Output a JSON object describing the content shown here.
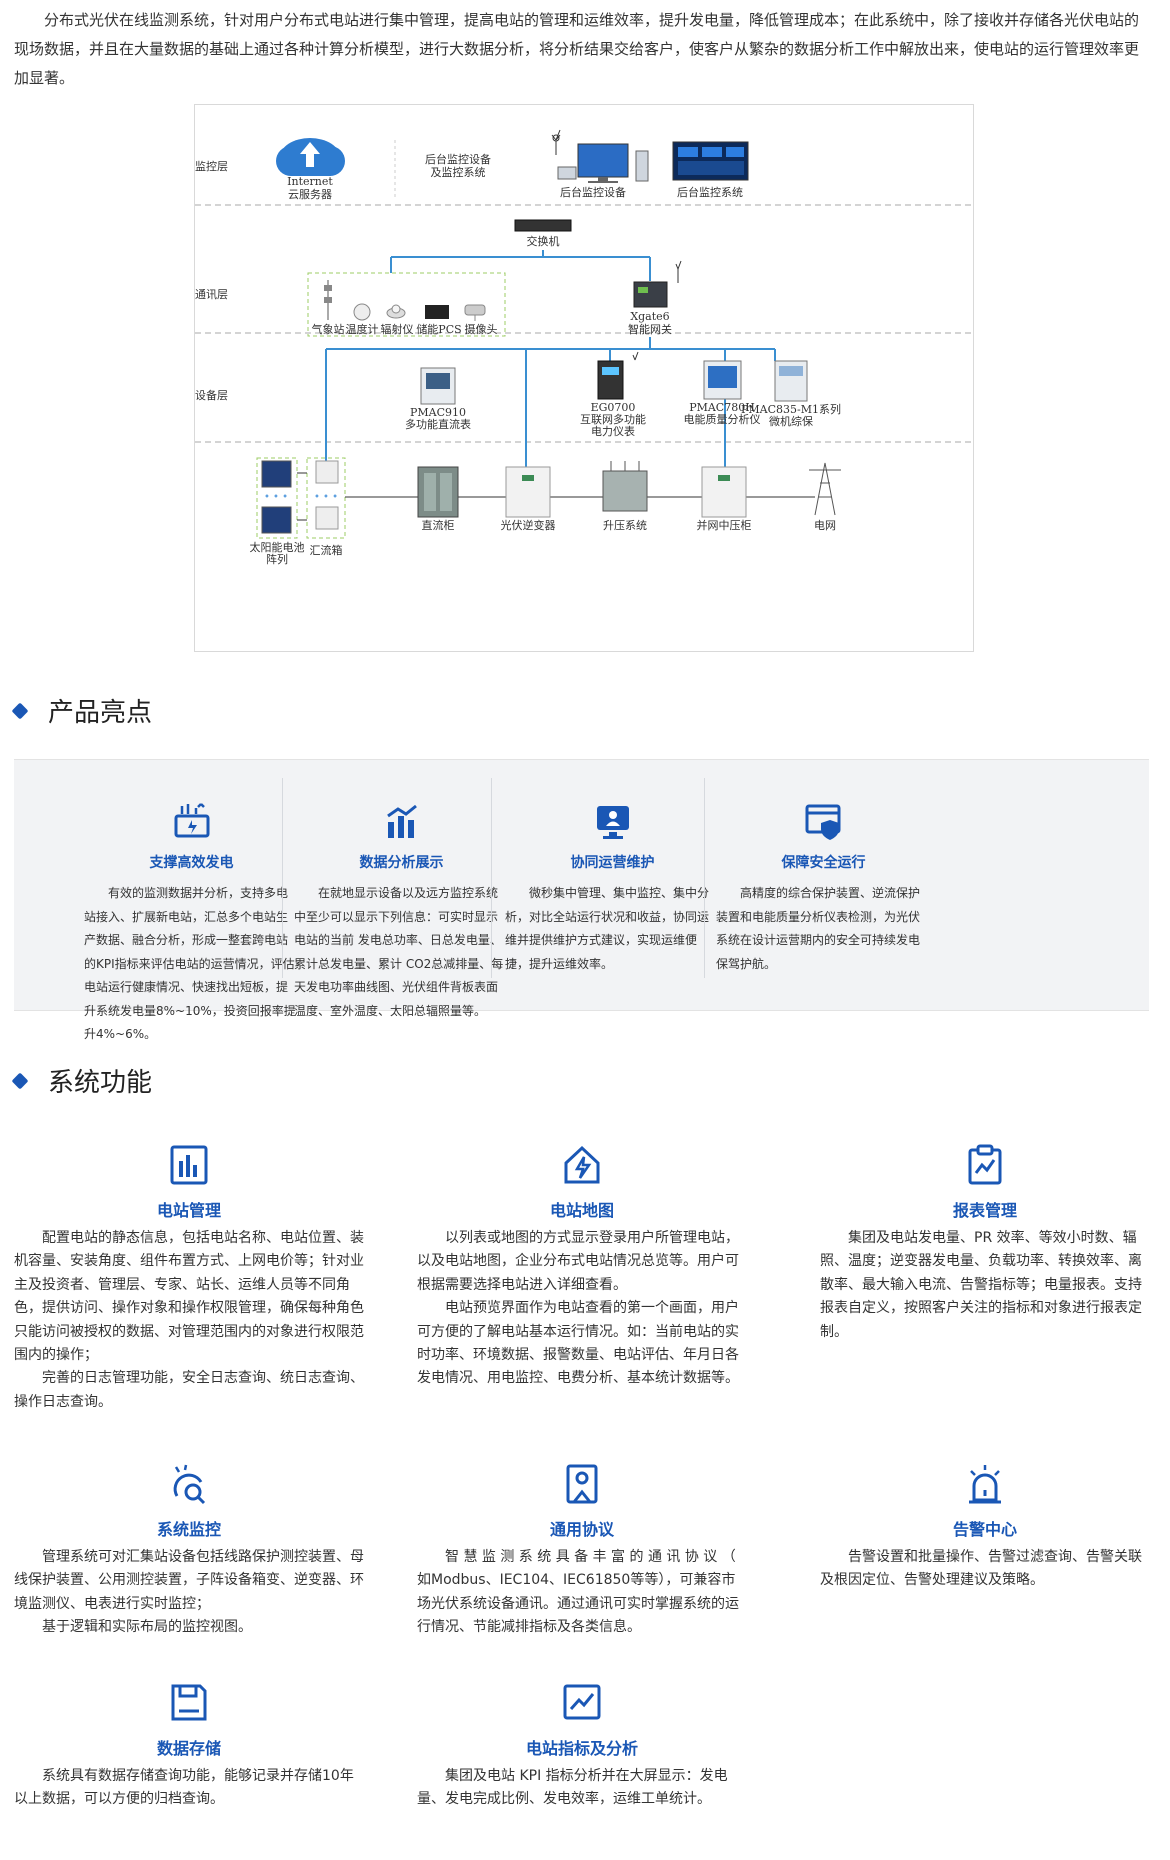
{
  "intro": "分布式光伏在线监测系统，针对用户分布式电站进行集中管理，提高电站的管理和运维效率，提升发电量，降低管理成本；在此系统中，除了接收并存储各光伏电站的现场数据，并且在大量数据的基础上通过各种计算分析模型，进行大数据分析，将分析结果交给客户，使客户从繁杂的数据分析工作中解放出来，使电站的运行管理效率更加显著。",
  "diagram": {
    "layers": [
      "监控层",
      "通讯层",
      "设备层"
    ],
    "cloud_line1": "Internet",
    "cloud_line2": "云服务器",
    "backend_label_line1": "后台监控设备",
    "backend_label_line2": "及监控系统",
    "backend_device": "后台监控设备",
    "backend_system": "后台监控系统",
    "switch": "交换机",
    "gateway_line1": "Xgate6",
    "gateway_line2": "智能网关",
    "comm_devices": [
      "气象站",
      "温度计",
      "辐射仪",
      "储能PCS",
      "摄像头"
    ],
    "meters": [
      {
        "line1": "PMAC910",
        "line2": "多功能直流表",
        "line3": ""
      },
      {
        "line1": "EG0700",
        "line2": "互联网多功能",
        "line3": "电力仪表"
      },
      {
        "line1": "PMAC780H",
        "line2": "电能质量分析仪",
        "line3": ""
      },
      {
        "line1": "PMAC835-M1系列",
        "line2": "微机综保",
        "line3": ""
      }
    ],
    "solar_line1": "太阳能电池",
    "solar_line2": "阵列",
    "combiner": "汇流箱",
    "chain": [
      "直流柜",
      "光伏逆变器",
      "升压系统",
      "并网中压柜",
      "电网"
    ]
  },
  "highlights_title": "产品亮点",
  "highlights": [
    {
      "icon": "solar-panel-icon",
      "title": "支撑高效发电",
      "desc": "有效的监测数据并分析，支持多电站接入、扩展新电站，汇总多个电站生产数据、融合分析，形成一整套跨电站的KPI指标来评估电站的运营情况，评估电站运行健康情况、快速找出短板，提升系统发电量8%~10%，投资回报率提升4%~6%。"
    },
    {
      "icon": "bar-chart-icon",
      "title": "数据分析展示",
      "desc": "在就地显示设备以及远方监控系统中至少可以显示下列信息：可实时显示电站的当前 发电总功率、日总发电量、累计总发电量、累计    CO2总减排量、每天发电功率曲线图、光伏组件背板表面温度、室外温度、太阳总辐照量等。"
    },
    {
      "icon": "monitor-user-icon",
      "title": "协同运营维护",
      "desc": "微秒集中管理、集中监控、集中分析，对比全站运行状况和收益，协同运维并提供维护方式建议，实现运维便捷，提升运维效率。"
    },
    {
      "icon": "shield-window-icon",
      "title": "保障安全运行",
      "desc": "高精度的综合保护装置、逆流保护装置和电能质量分析仪表检测，为光伏系统在设计运营期内的安全可持续发电保驾护航。"
    }
  ],
  "functions_title": "系统功能",
  "functions": [
    {
      "icon": "station-chart-icon",
      "title": "电站管理",
      "paras": [
        "配置电站的静态信息，包括电站名称、电站位置、装机容量、安装角度、组件布置方式、上网电价等；针对业主及投资者、管理层、专家、站长、运维人员等不同角色，提供访问、操作对象和操作权限管理，确保每种角色只能访问被授权的数据、对管理范围内的对象进行权限范围内的操作；",
        "完善的日志管理功能，安全日志查询、统日志查询、操作日志查询。"
      ]
    },
    {
      "icon": "house-bolt-icon",
      "title": "电站地图",
      "paras": [
        "以列表或地图的方式显示登录用户所管理电站，以及电站地图，企业分布式电站情况总览等。用户可根据需要选择电站进入详细查看。",
        "电站预览界面作为电站查看的第一个画面，用户可方便的了解电站基本运行情况。如：当前电站的实时功率、环境数据、报警数量、电站评估、年月日各发电情况、用电监控、电费分析、基本统计数据等。"
      ]
    },
    {
      "icon": "clipboard-chart-icon",
      "title": "报表管理",
      "paras": [
        "集团及电站发电量、PR      效率、等效小时数、辐照、温度；逆变器发电量、负载功率、转换效率、离散率、最大输入电流、告警指标等；电量报表。支持报表自定义，按照客户关注的指标和对象进行报表定制。"
      ]
    },
    {
      "icon": "search-cloud-icon",
      "title": "系统监控",
      "paras": [
        "管理系统可对汇集站设备包括线路保护测控装置、母线保护装置、公用测控装置，子阵设备箱变、逆变器、环境监测仪、电表进行实时监控；",
        "基于逻辑和实际布局的监控视图。"
      ]
    },
    {
      "icon": "bookmark-icon",
      "title": "通用协议",
      "paras": [
        "智 慧 监 测 系 统 具 备 丰 富 的 通 讯 协 议 （ 如Modbus、IEC104、IEC61850等等），可兼容市场光伏系统设备通讯。通过通讯可实时掌握系统的运行情况、节能减排指标及各类信息。"
      ]
    },
    {
      "icon": "alarm-light-icon",
      "title": "告警中心",
      "paras": [
        "告警设置和批量操作、告警过滤查询、告警关联及根因定位、告警处理建议及策略。"
      ]
    },
    {
      "icon": "floppy-disk-icon",
      "title": "数据存储",
      "paras": [
        "系统具有数据存储查询功能，能够记录并存储10年以上数据，可以方便的归档查询。"
      ]
    },
    {
      "icon": "trend-chart-icon",
      "title": "电站指标及分析",
      "paras": [
        "集团及电站    KPI    指标分析并在大屏显示：发电量、发电完成比例、发电效率，运维工单统计。"
      ]
    }
  ],
  "colors": {
    "accent": "#1a57b5",
    "line": "#3a8fd1",
    "dash_green": "#9ccc65"
  }
}
